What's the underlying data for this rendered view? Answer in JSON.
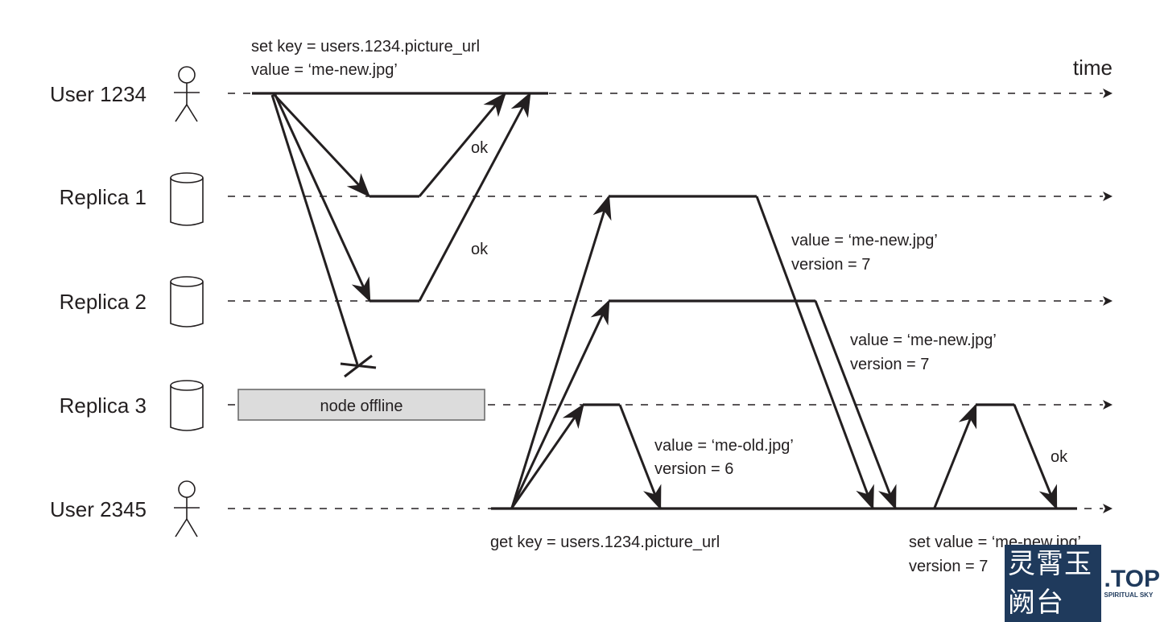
{
  "diagram": {
    "time_label": "time",
    "lanes": [
      {
        "id": "user1234",
        "label": "User 1234",
        "icon": "person-icon"
      },
      {
        "id": "replica1",
        "label": "Replica 1",
        "icon": "database-icon"
      },
      {
        "id": "replica2",
        "label": "Replica 2",
        "icon": "database-icon"
      },
      {
        "id": "replica3",
        "label": "Replica 3",
        "icon": "database-icon"
      },
      {
        "id": "user2345",
        "label": "User 2345",
        "icon": "person-icon"
      }
    ],
    "offline_box": "node offline",
    "annotations": {
      "write_req_line1": "set key = users.1234.picture_url",
      "write_req_line2": "value = ‘me-new.jpg’",
      "ok_r1": "ok",
      "ok_r2": "ok",
      "read_r1_line1": "value = ‘me-new.jpg’",
      "read_r1_line2": "version = 7",
      "read_r2_line1": "value = ‘me-new.jpg’",
      "read_r2_line2": "version = 7",
      "read_r3_line1": "value = ‘me-old.jpg’",
      "read_r3_line2": "version = 6",
      "get_req": "get key = users.1234.picture_url",
      "repair_line1": "set value = ‘me-new.jpg’",
      "repair_line2": "version = 7",
      "ok_repair": "ok"
    }
  },
  "watermark": {
    "text": "灵霄玉阙台",
    "suffix": ".TOP",
    "sub": "SPIRITUAL SKY",
    "color": "#1f3a5c"
  }
}
